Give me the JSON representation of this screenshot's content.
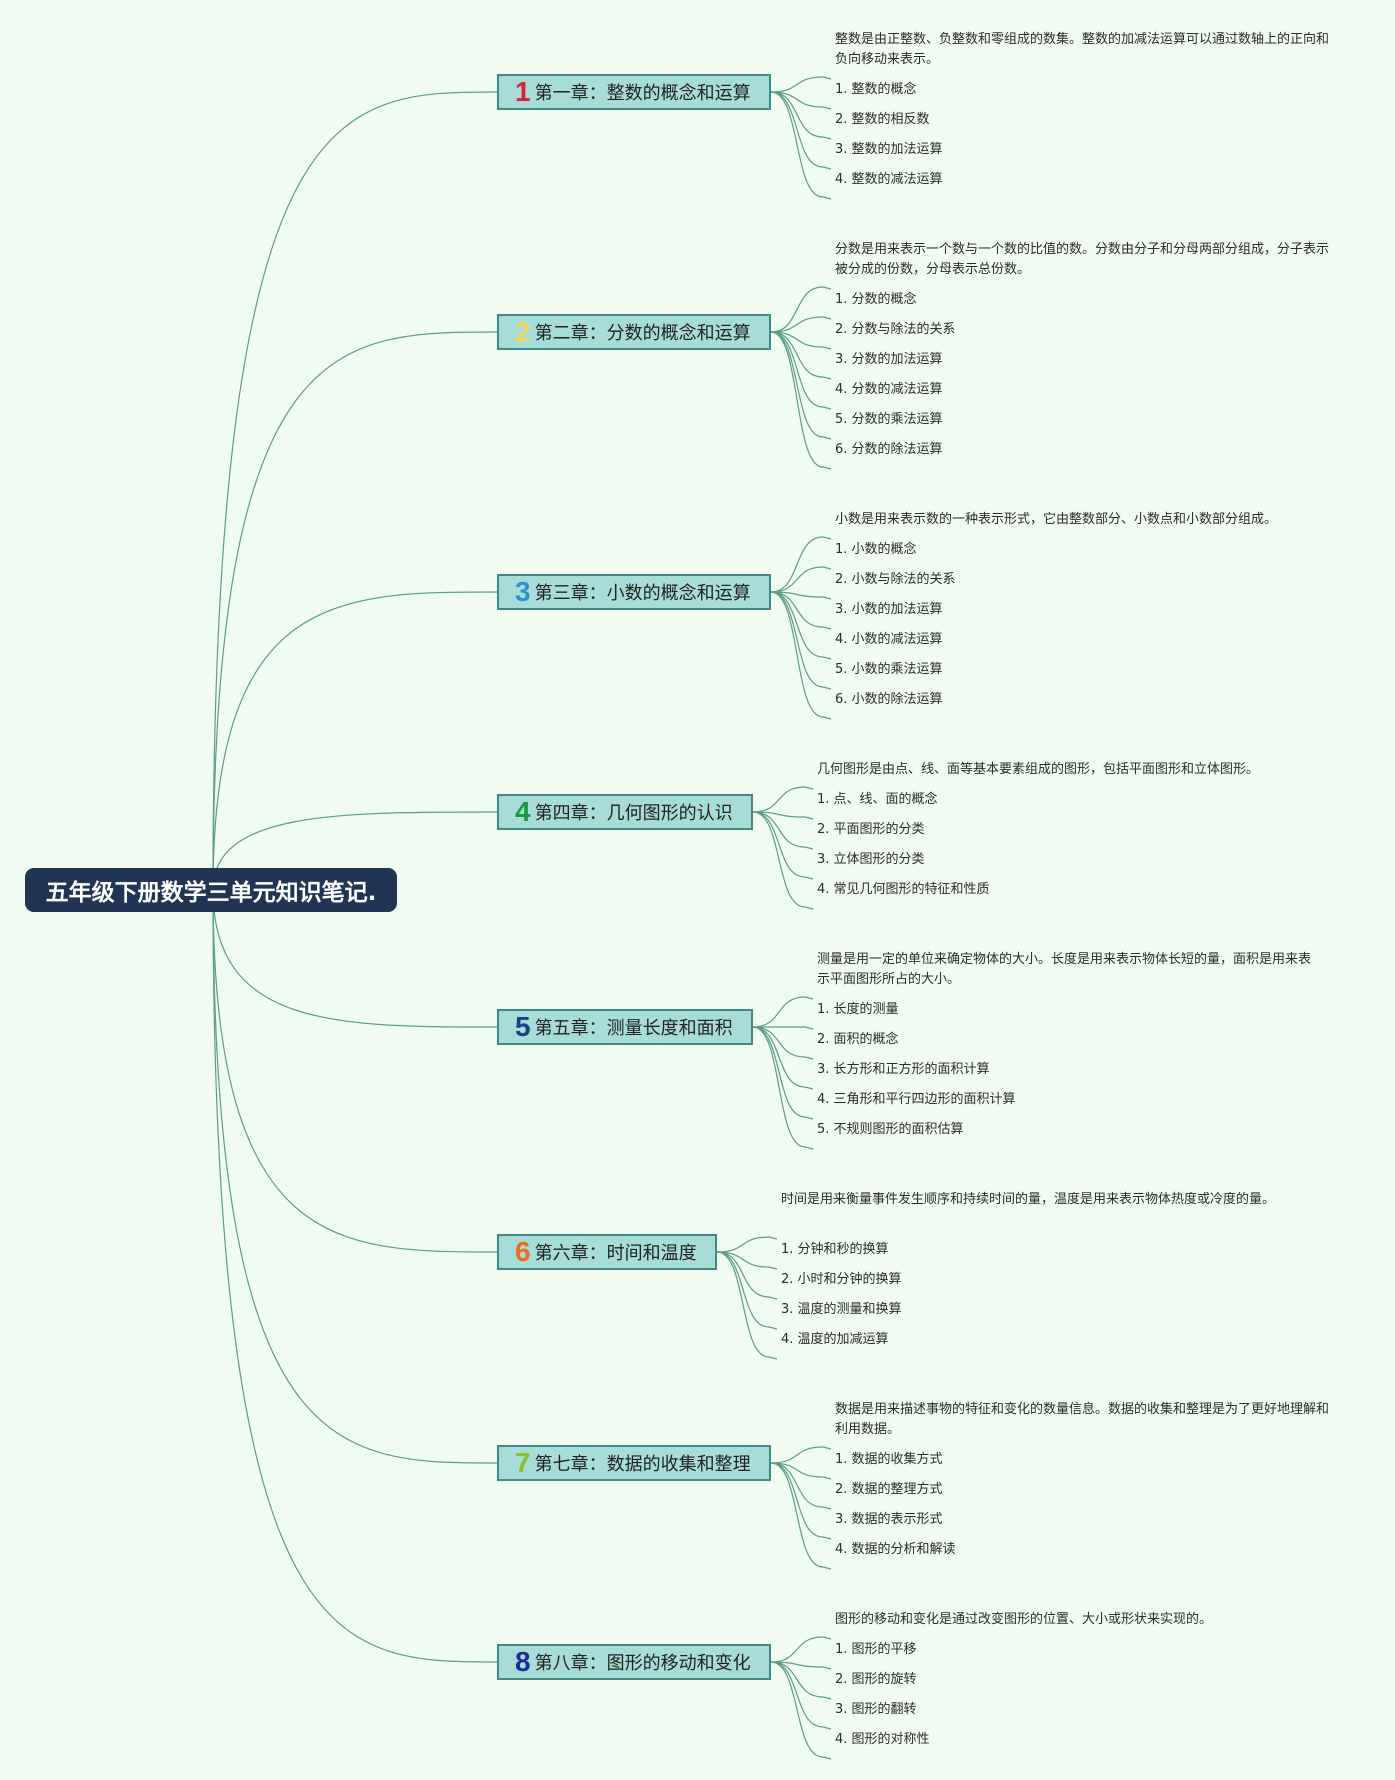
{
  "root": {
    "title": "五年级下册数学三单元知识笔记."
  },
  "chapters": [
    {
      "number": "1",
      "color": "#d8213a",
      "title": "第一章：整数的概念和运算",
      "items": [
        "整数是由正整数、负整数和零组成的数集。整数的加减法运算可以通过数轴上的正向和负向移动来表示。",
        "1. 整数的概念",
        "2. 整数的相反数",
        "3. 整数的加法运算",
        "4. 整数的减法运算"
      ]
    },
    {
      "number": "2",
      "color": "#f1d45a",
      "title": "第二章：分数的概念和运算",
      "items": [
        "分数是用来表示一个数与一个数的比值的数。分数由分子和分母两部分组成，分子表示被分成的份数，分母表示总份数。",
        "1. 分数的概念",
        "2. 分数与除法的关系",
        "3. 分数的加法运算",
        "4. 分数的减法运算",
        "5. 分数的乘法运算",
        "6. 分数的除法运算"
      ]
    },
    {
      "number": "3",
      "color": "#2b8fd6",
      "title": "第三章：小数的概念和运算",
      "items": [
        "小数是用来表示数的一种表示形式，它由整数部分、小数点和小数部分组成。",
        "1. 小数的概念",
        "2. 小数与除法的关系",
        "3. 小数的加法运算",
        "4. 小数的减法运算",
        "5. 小数的乘法运算",
        "6. 小数的除法运算"
      ]
    },
    {
      "number": "4",
      "color": "#169a3c",
      "title": "第四章：几何图形的认识",
      "items": [
        "几何图形是由点、线、面等基本要素组成的图形，包括平面图形和立体图形。",
        "1. 点、线、面的概念",
        "2. 平面图形的分类",
        "3. 立体图形的分类",
        "4. 常见几何图形的特征和性质"
      ]
    },
    {
      "number": "5",
      "color": "#1d3f8a",
      "title": "第五章：测量长度和面积",
      "items": [
        "测量是用一定的单位来确定物体的大小。长度是用来表示物体长短的量，面积是用来表示平面图形所占的大小。",
        "1. 长度的测量",
        "2. 面积的概念",
        "3. 长方形和正方形的面积计算",
        "4. 三角形和平行四边形的面积计算",
        "5. 不规则图形的面积估算"
      ]
    },
    {
      "number": "6",
      "color": "#ec6a1f",
      "title": "第六章：时间和温度",
      "items": [
        "时间是用来衡量事件发生顺序和持续时间的量，温度是用来表示物体热度或冷度的量。",
        "1. 分钟和秒的换算",
        "2. 小时和分钟的换算",
        "3. 温度的测量和换算",
        "4. 温度的加减运算"
      ]
    },
    {
      "number": "7",
      "color": "#8cbf2a",
      "title": "第七章：数据的收集和整理",
      "items": [
        "数据是用来描述事物的特征和变化的数量信息。数据的收集和整理是为了更好地理解和利用数据。",
        "1. 数据的收集方式",
        "2. 数据的整理方式",
        "3. 数据的表示形式",
        "4. 数据的分析和解读"
      ]
    },
    {
      "number": "8",
      "color": "#1d2a9a",
      "title": "第八章：图形的移动和变化",
      "items": [
        "图形的移动和变化是通过改变图形的位置、大小或形状来实现的。",
        "1. 图形的平移",
        "2. 图形的旋转",
        "3. 图形的翻转",
        "4. 图形的对称性"
      ]
    }
  ],
  "colors": {
    "background": "#f0fbf1",
    "root_bg": "#1f3553",
    "chapter_bg": "#a8dcd8",
    "chapter_border": "#3f8a82",
    "connector": "#5d9c86"
  }
}
